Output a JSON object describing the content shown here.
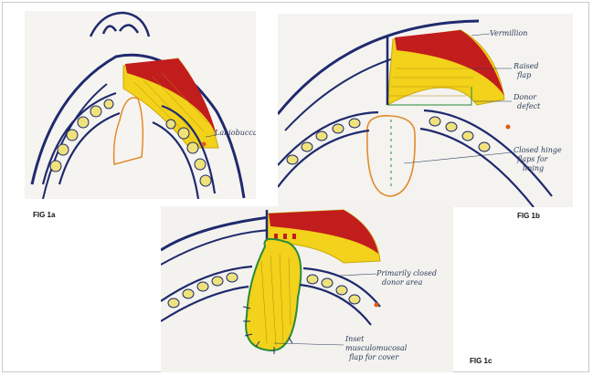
{
  "figures": {
    "fig_a": {
      "label": "FIG 1a",
      "annotation": "Labiobuccal sulcus"
    },
    "fig_b": {
      "label": "FIG 1b",
      "annotations": {
        "vermillion": "Vermillion",
        "raised_flap_1": "Raised",
        "raised_flap_2": "flap",
        "donor_defect_1": "Donor",
        "donor_defect_2": "defect",
        "closed_hinge_1": "Closed hinge",
        "closed_hinge_2": "flaps for",
        "closed_hinge_3": "lining"
      }
    },
    "fig_c": {
      "label": "FIG 1c",
      "annotations": {
        "primary_closed_1": "Primarily closed",
        "primary_closed_2": "donor area",
        "inset_1": "Inset",
        "inset_2": "musculomucosal",
        "inset_3": "flap for cover"
      }
    }
  },
  "colors": {
    "outline": "#1f2a6e",
    "flap_yellow": "#f2d21a",
    "vermillion_red": "#c21d1d",
    "hinge_orange": "#e38a2a",
    "suture_green": "#2d8a3a",
    "teeth_yellow": "#efe27a"
  }
}
